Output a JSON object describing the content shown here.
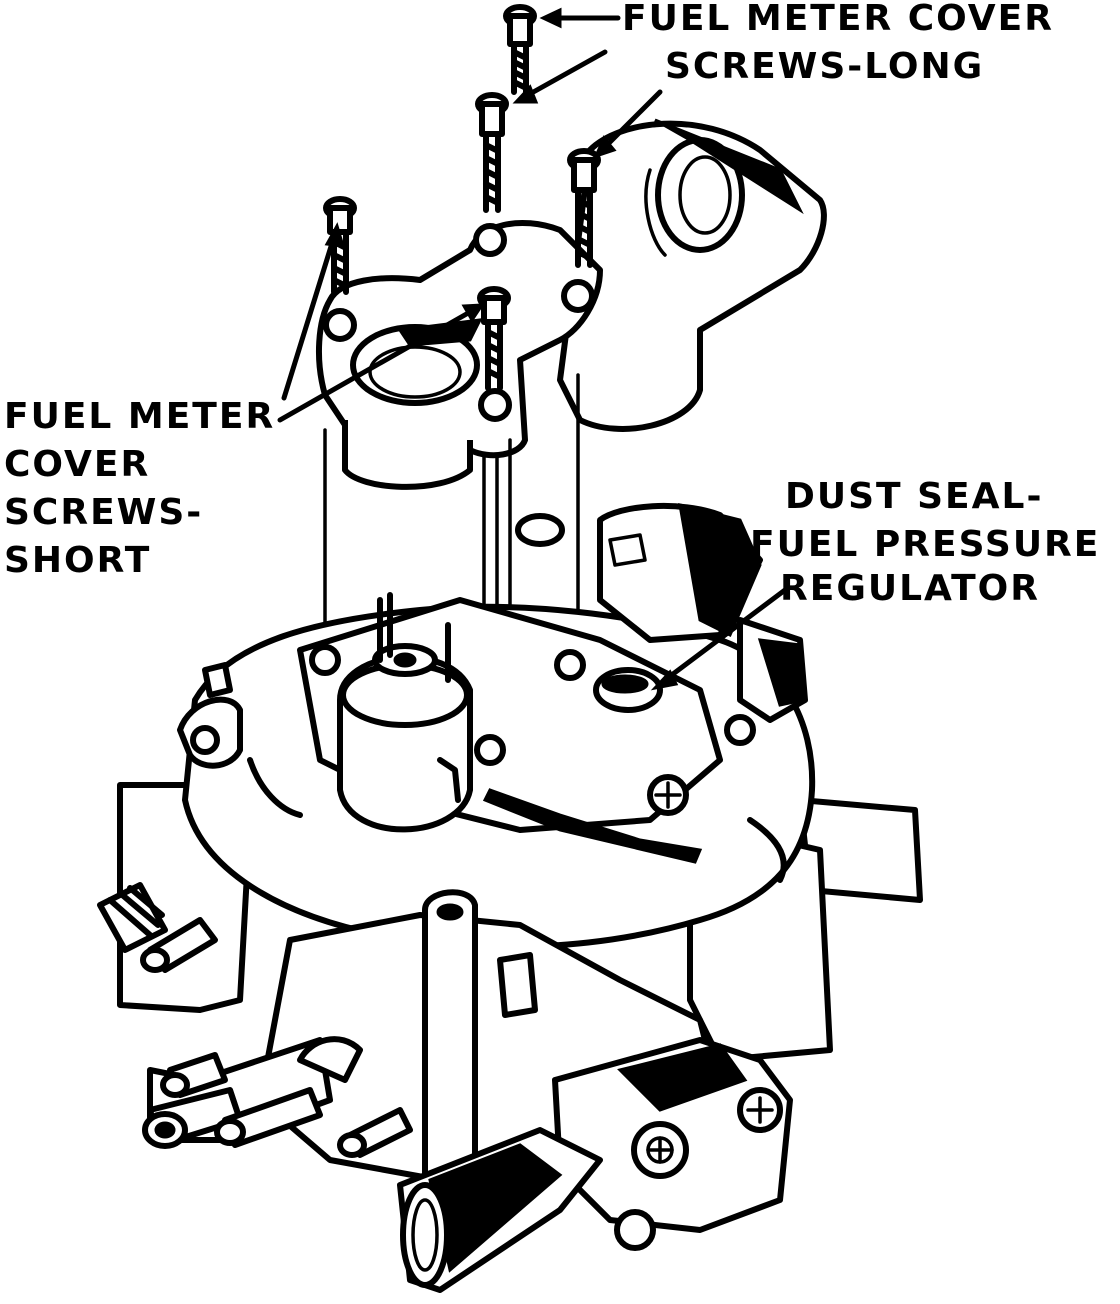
{
  "labels": {
    "fuel_meter_cover_screws_long": [
      "FUEL METER COVER",
      "SCREWS-LONG"
    ],
    "fuel_meter_cover_screws_short": [
      "FUEL METER",
      "COVER",
      "SCREWS-",
      "SHORT"
    ],
    "dust_seal_fuel_pressure_regulator": [
      "DUST SEAL-",
      "FUEL PRESSURE",
      "REGULATOR"
    ]
  },
  "colors": {
    "ink": "#000000",
    "paper": "#ffffff"
  }
}
